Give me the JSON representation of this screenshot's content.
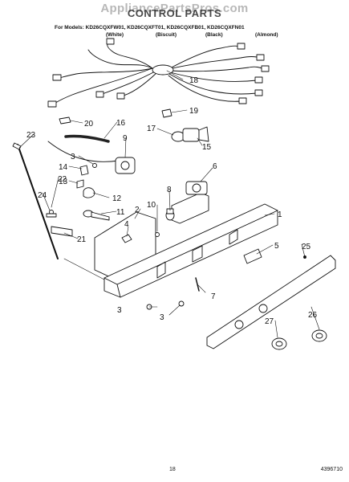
{
  "header": {
    "watermark": "AppliancePartsPros.com",
    "title": "CONTROL PARTS",
    "models_prefix": "For Models:",
    "models": "KD26CQXFW01, KD26CQXFT01, KD26CQXFB01, KD26CQXFN01",
    "colors": [
      "(White)",
      "(Biscuit)",
      "(Black)",
      "(Almond)"
    ]
  },
  "callouts": [
    "1",
    "2",
    "3",
    "3",
    "3",
    "4",
    "5",
    "6",
    "7",
    "8",
    "9",
    "10",
    "11",
    "12",
    "13",
    "14",
    "15",
    "16",
    "17",
    "18",
    "19",
    "20",
    "21",
    "22",
    "23",
    "24",
    "25",
    "26",
    "27"
  ],
  "footer": {
    "page_number": "18",
    "doc_number": "4396710"
  }
}
